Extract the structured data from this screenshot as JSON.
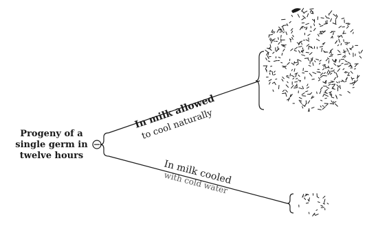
{
  "germ_label": {
    "line1": "Progeny of a",
    "line2": "single germ in",
    "line3": "twelve hours"
  },
  "upper_branch": {
    "line1": "In milk allowed",
    "line2": "to cool naturally"
  },
  "lower_branch": {
    "line1": "In milk cooled",
    "line2": "with cold water"
  },
  "colors": {
    "ink": "#1a1a1a"
  }
}
